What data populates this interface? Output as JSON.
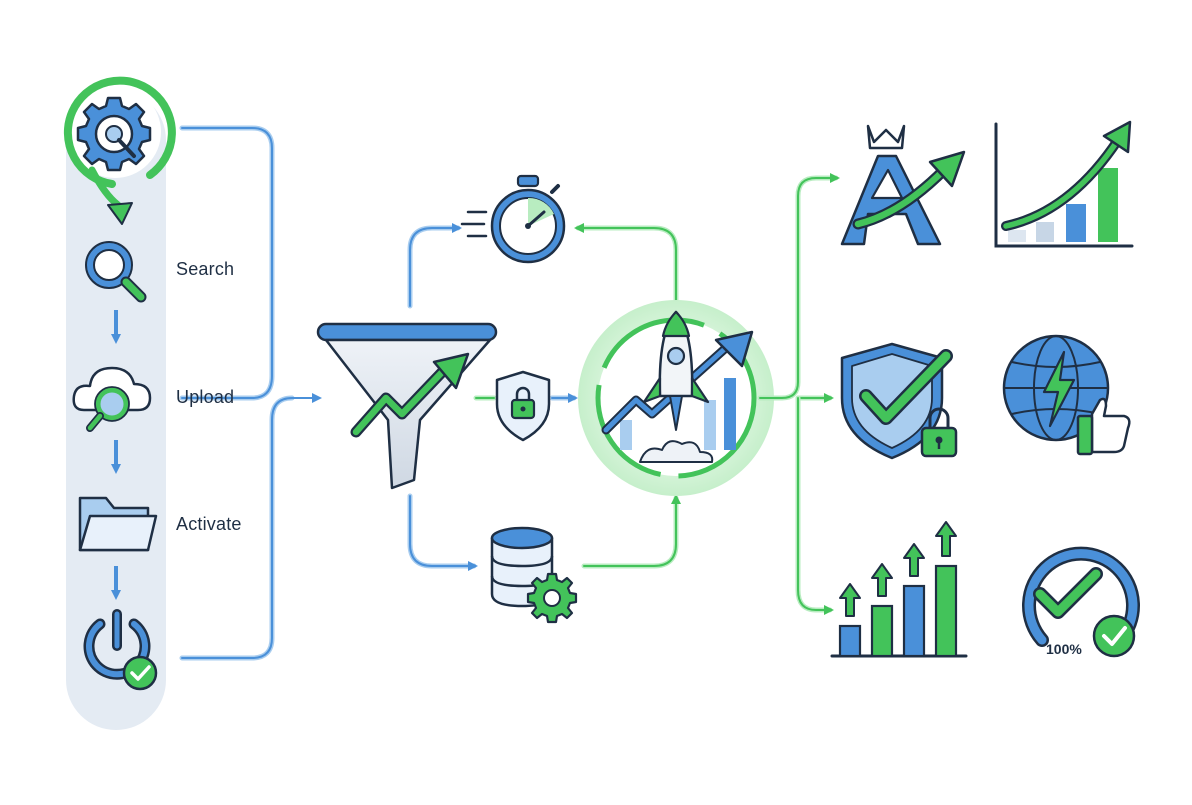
{
  "steps": {
    "search_label": "Search",
    "upload_label": "Upload",
    "activate_label": "Activate"
  },
  "outcomes": {
    "completion_label": "100%"
  },
  "icons": [
    "gear-cycle-icon",
    "magnifier-icon",
    "cloud-search-icon",
    "folder-icon",
    "power-check-icon",
    "funnel-growth-icon",
    "stopwatch-icon",
    "shield-lock-icon",
    "database-gear-icon",
    "rocket-growth-icon",
    "crown-letter-a-icon",
    "growth-chart-icon",
    "shield-check-lock-icon",
    "globe-bolt-thumb-icon",
    "rising-bars-icon",
    "progress-check-icon"
  ],
  "colors": {
    "blue": "#4a90d9",
    "navy": "#1f2f44",
    "green": "#43c35a",
    "light_blue": "#a9cdef",
    "light_green": "#b8ecc0",
    "panel": "#e4ebf3"
  }
}
